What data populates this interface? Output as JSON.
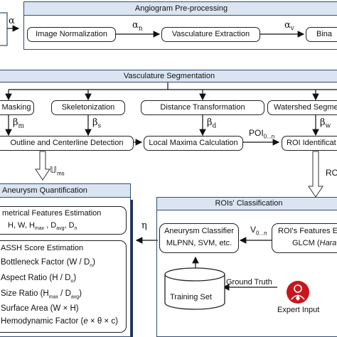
{
  "preprocessing": {
    "title": "Angiogram Pre-processing",
    "alpha_in": "α",
    "steps": [
      "Image Normalization",
      "Vasculature Extraction",
      "Bina"
    ],
    "alpha_n": "αn",
    "alpha_v": "αv"
  },
  "segmentation": {
    "title": "Vasculature Segmentation",
    "top_boxes": [
      "Masking",
      "Skeletonization",
      "Distance Transformation",
      "Watershed Segme"
    ],
    "betas": [
      "βm",
      "βs",
      "βd",
      "βw"
    ],
    "bottom_boxes": [
      "Outline and Centerline Detection",
      "Local Maxima Calculation",
      "ROI Identificat"
    ],
    "poi_label": "POI0...n",
    "u_label": "𝕌ms",
    "roi_side_label": "RO"
  },
  "quantification": {
    "title": "Aneurysm Quantification",
    "geom_title": "metrical Features Estimation",
    "geom_values": "H, W, Hmax , Davg, Dn",
    "score_title": "ASSH  Score Estimation",
    "score_items": [
      "Bottleneck Factor (W / Dn)",
      "Aspect Ratio (H / Dn)",
      "Size Ratio (Hmax / Davg)",
      "Surface Area (W × H)",
      "Hemodynamic Factor (e × θ × c)"
    ],
    "eta": "η"
  },
  "classification": {
    "title": "ROIs' Classification",
    "classifier_title": "Aneurysm Classifier",
    "classifier_methods": "MLPNN, SVM, etc.",
    "features_title": "ROI's Features E",
    "features_method": "GLCM (Hara",
    "v_label": "V0...n",
    "training_set": "Training Set",
    "ground_truth": "Ground Truth",
    "expert_input": "Expert Input"
  },
  "colors": {
    "panel_header_fill": "#dbe5f1",
    "panel_border": "#2f4d74",
    "expert_icon_red": "#c8161d"
  }
}
